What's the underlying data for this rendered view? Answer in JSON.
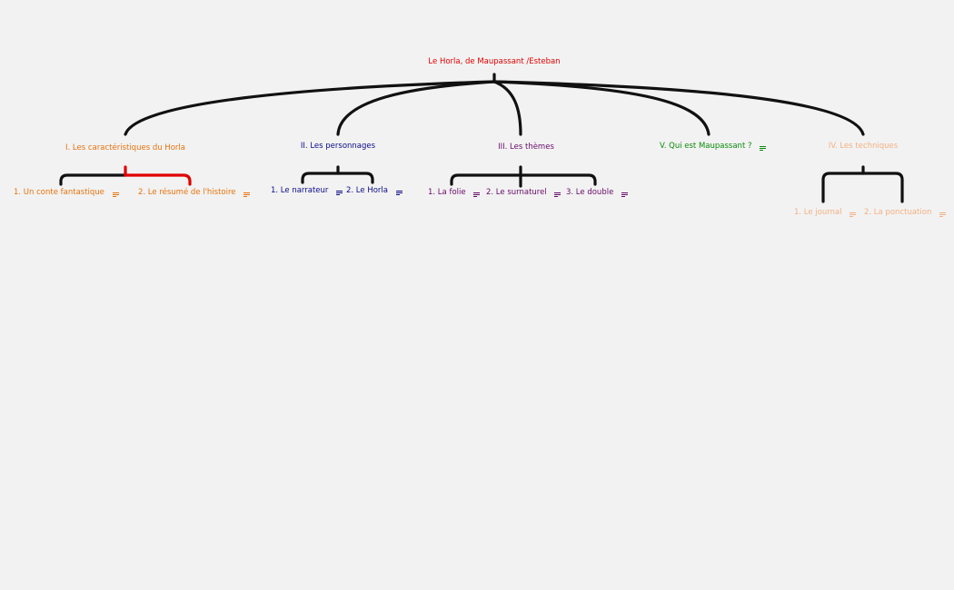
{
  "colors": {
    "background": "#f2f2f2",
    "connector": "#111111",
    "highlight_connector": "#e00000",
    "root": "#e00000",
    "branch_I": "#e8720c",
    "branch_II": "#0b0b8a",
    "branch_III": "#6a0a6a",
    "branch_V": "#0a8a0a",
    "branch_IV": "#f4b183"
  },
  "root": {
    "label": "Le Horla, de Maupassant /Esteban"
  },
  "branches": [
    {
      "label": "I. Les caractéristiques du Horla",
      "color": "#e8720c",
      "has_note": false,
      "children": [
        {
          "label": "1. Un conte fantastique",
          "has_note": true
        },
        {
          "label": "2. Le résumé de l'histoire",
          "has_note": true
        }
      ]
    },
    {
      "label": "II. Les personnages",
      "color": "#0b0b8a",
      "has_note": false,
      "children": [
        {
          "label": "1. Le narrateur",
          "has_note": true
        },
        {
          "label": "2. Le Horla",
          "has_note": true
        }
      ]
    },
    {
      "label": "III. Les thèmes",
      "color": "#6a0a6a",
      "has_note": false,
      "children": [
        {
          "label": "1. La folie",
          "has_note": true
        },
        {
          "label": "2. Le surnaturel",
          "has_note": true
        },
        {
          "label": "3. Le double",
          "has_note": true
        }
      ]
    },
    {
      "label": "V. Qui est Maupassant ?",
      "color": "#0a8a0a",
      "has_note": true,
      "children": []
    },
    {
      "label": "IV. Les techniques",
      "color": "#f4b183",
      "has_note": false,
      "children": [
        {
          "label": "1. Le journal",
          "has_note": true
        },
        {
          "label": "2. La ponctuation",
          "has_note": true
        }
      ]
    }
  ],
  "icons": {
    "note": "note-lines-icon"
  }
}
